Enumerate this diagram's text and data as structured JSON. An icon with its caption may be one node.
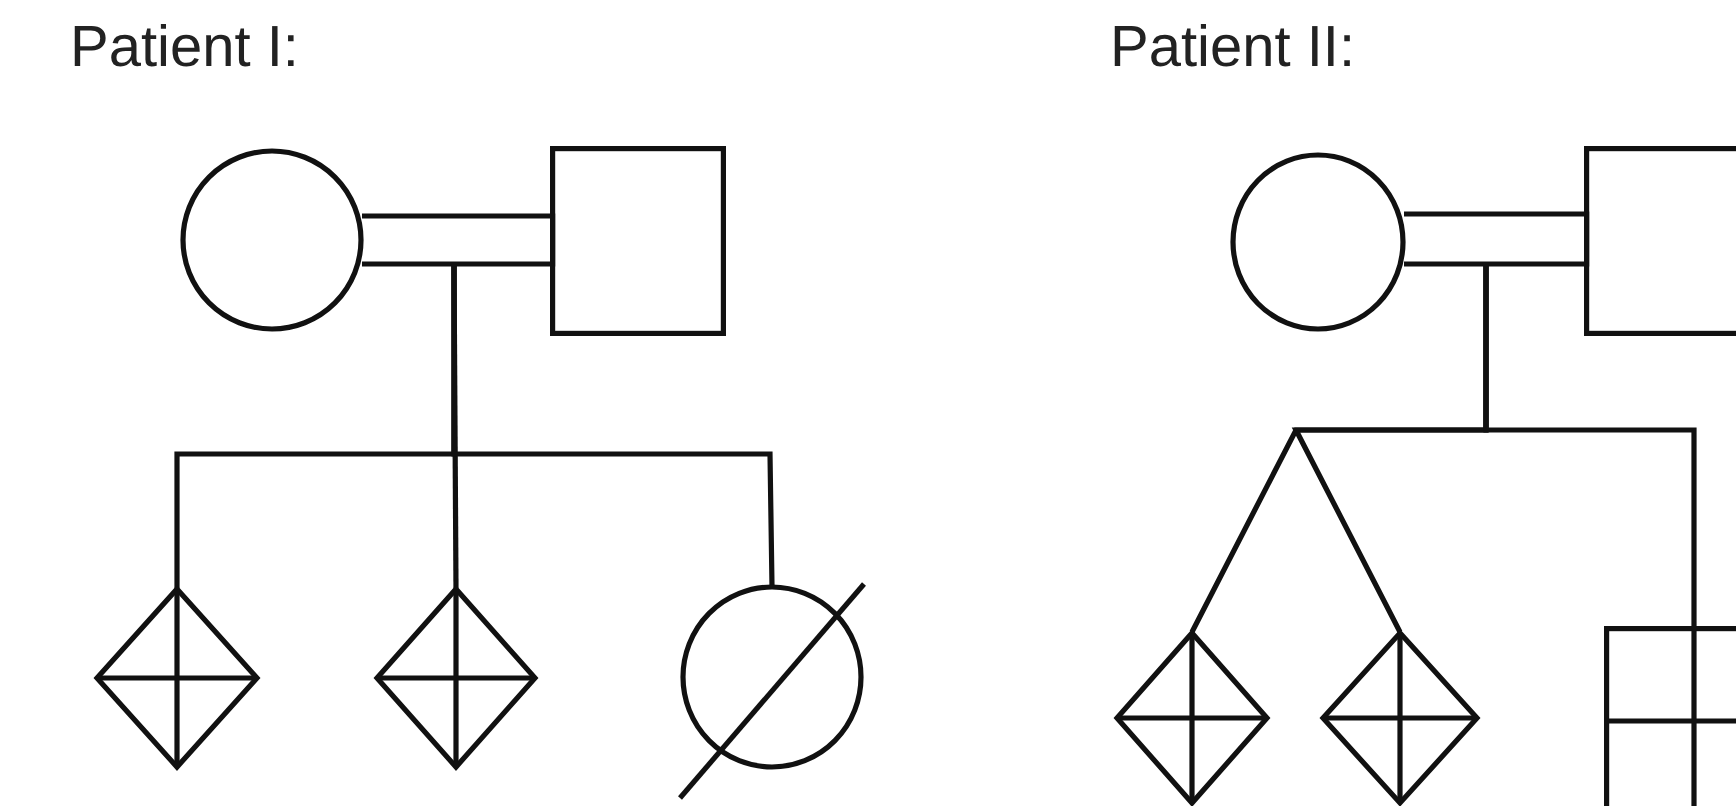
{
  "diagram": {
    "nodes": [
      {
        "text": [],
        "shape": "circle"
      },
      {
        "text": [],
        "shape": "box"
      },
      {
        "text": [],
        "shape": "diamond"
      },
      {
        "text": [],
        "shape": "diamond"
      },
      {
        "text": [],
        "shape": "circle"
      },
      {
        "text": [],
        "shape": "circle"
      },
      {
        "text": [],
        "shape": "box"
      },
      {
        "text": [],
        "shape": "diamond"
      },
      {
        "text": [],
        "shape": "diamond"
      },
      {
        "text": [],
        "shape": "box"
      }
    ],
    "edges": [
      {
        "from": 0,
        "to": 1,
        "arrow": "none"
      },
      {
        "from": null,
        "to": 2,
        "arrow": "none"
      },
      {
        "from": null,
        "to": 3,
        "arrow": "none"
      },
      {
        "from": null,
        "to": 4,
        "arrow": "none"
      },
      {
        "from": 5,
        "to": 6,
        "arrow": "none"
      },
      {
        "from": null,
        "to": 7,
        "arrow": "none"
      },
      {
        "from": null,
        "to": 8,
        "arrow": "none"
      },
      {
        "from": null,
        "to": 9,
        "arrow": "none"
      }
    ],
    "labels": [
      "Patient I:",
      "Patient II:"
    ]
  }
}
